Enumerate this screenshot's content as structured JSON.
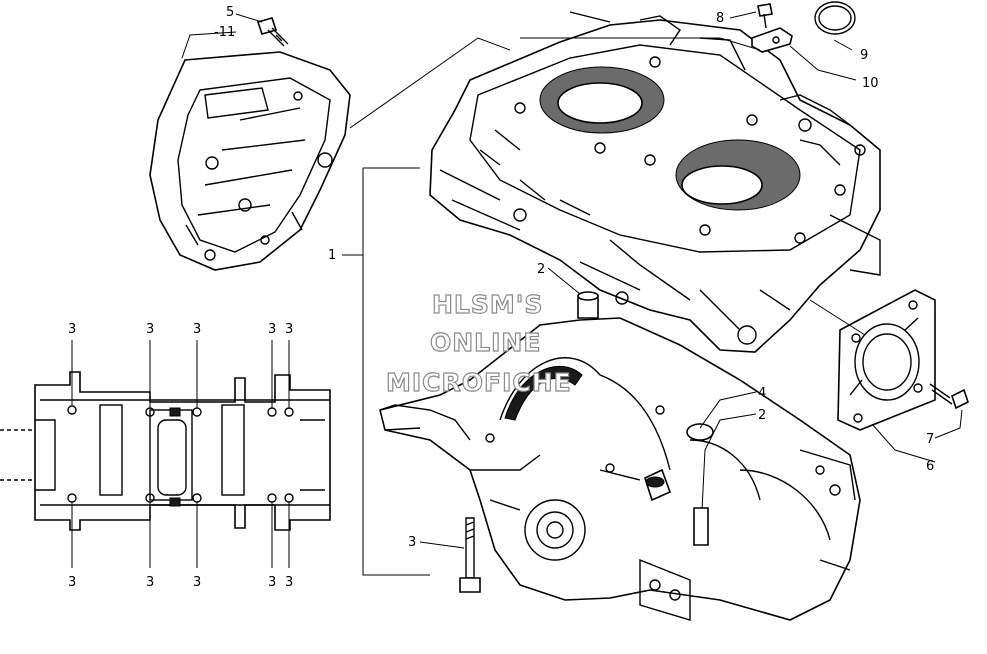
{
  "watermark": {
    "line1": "HLSM'S",
    "line2": "ONLINE",
    "line3": "MICROFICHE"
  },
  "callouts": {
    "c1": "1",
    "c2a": "2",
    "c2b": "2",
    "c3": "3",
    "c4": "4",
    "c5": "5",
    "c6": "6",
    "c7": "7",
    "c8": "8",
    "c9": "9",
    "c10": "10",
    "c11": "-11",
    "bolt_top": [
      "3",
      "3",
      "3",
      "3",
      "3"
    ],
    "bolt_bottom": [
      "3",
      "3",
      "3",
      "3",
      "3"
    ]
  }
}
